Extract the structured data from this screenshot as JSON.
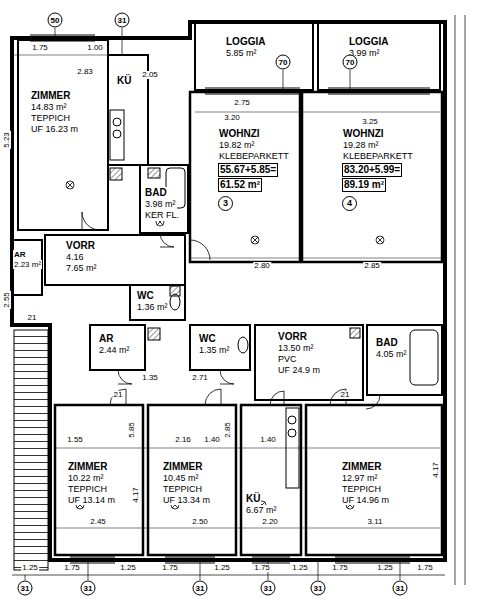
{
  "diagram": {
    "nodes": [
      {
        "text": [
          "ZIMMER",
          "14.83 m²",
          "TEPPICH",
          "UF 16.23 m"
        ]
      },
      {
        "text": [
          "KÜ"
        ]
      },
      {
        "text": [
          "LOGGIA",
          "5.85 m²"
        ]
      },
      {
        "text": [
          "LOGGIA",
          "3.99 m²"
        ]
      },
      {
        "text": [
          "WOHNZI",
          "19.82 m²",
          "KLEBEPARKETT",
          "55.67+5.85=",
          "61.52 m²",
          "3"
        ]
      },
      {
        "text": [
          "WOHNZI",
          "19.28 m²",
          "KLEBEPARKETT",
          "83.20+5.99=",
          "89.19 m²",
          "4"
        ]
      },
      {
        "text": [
          "BAD",
          "3.98 m²",
          "KER FL."
        ]
      },
      {
        "text": [
          "AR",
          "2.23 m²"
        ]
      },
      {
        "text": [
          "VORR",
          "4.16",
          "7.65 m²"
        ]
      },
      {
        "text": [
          "WC",
          "1.36 m²"
        ]
      },
      {
        "text": [
          "AR",
          "2.44 m²"
        ]
      },
      {
        "text": [
          "WC",
          "1.35 m²"
        ]
      },
      {
        "text": [
          "VORR",
          "13.50 m²",
          "PVC",
          "UF 24.9 m"
        ]
      },
      {
        "text": [
          "BAD",
          "4.05 m²"
        ]
      },
      {
        "text": [
          "ZIMMER",
          "10.22 m²",
          "TEPPICH",
          "UF 13.14 m"
        ]
      },
      {
        "text": [
          "ZIMMER",
          "10.45 m²",
          "TEPPICH",
          "UF 13.34 m"
        ]
      },
      {
        "text": [
          "KÜ",
          "6.67 m²"
        ]
      },
      {
        "text": [
          "ZIMMER",
          "12.97 m²",
          "TEPPICH",
          "UF 14.96 m"
        ]
      }
    ],
    "labels": [
      "50",
      "31",
      "70",
      "70",
      "1.75",
      "1.00",
      "2.83",
      "2.05",
      "2.75",
      "3.20",
      "3.25",
      "5.23",
      "2.80",
      "2.85",
      "2.55",
      "2.71",
      "1.35",
      "5.85",
      "2.85",
      "1.55",
      "2.16",
      "1.40",
      "1.40",
      "4.17",
      "4.17",
      "2.45",
      "2.50",
      "2.20",
      "3.11",
      "1.25",
      "1.75",
      "1.25",
      "1.75",
      "1.25",
      "1.75",
      "1.25",
      "1.75",
      "1.25",
      "1.75",
      "31",
      "31",
      "31",
      "31",
      "31",
      "31",
      "21",
      "21",
      "21"
    ]
  }
}
